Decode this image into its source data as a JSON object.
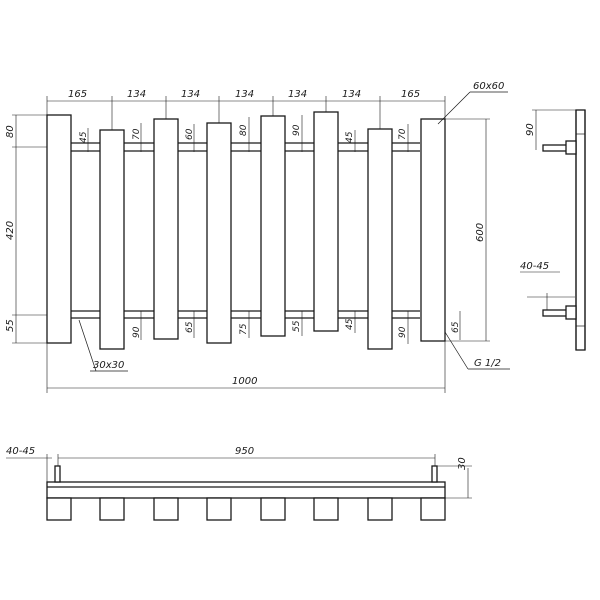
{
  "front_view": {
    "top_spacings": [
      "165",
      "134",
      "134",
      "134",
      "134",
      "134",
      "165"
    ],
    "top_offsets": [
      "45",
      "70",
      "60",
      "80",
      "90",
      "45",
      "70"
    ],
    "bottom_offsets": [
      "90",
      "65",
      "75",
      "55",
      "45",
      "90",
      "65"
    ],
    "left_top": "80",
    "left_mid": "420",
    "left_bottom": "55",
    "height_total": "600",
    "width_total": "1000",
    "tube_section": "60x60",
    "rail_section": "30x30",
    "thread": "G 1/2"
  },
  "side_view": {
    "upper_offset": "90",
    "valve_range": "40-45"
  },
  "bottom_view": {
    "valve_range": "40-45",
    "length": "950",
    "valve_height": "30"
  }
}
